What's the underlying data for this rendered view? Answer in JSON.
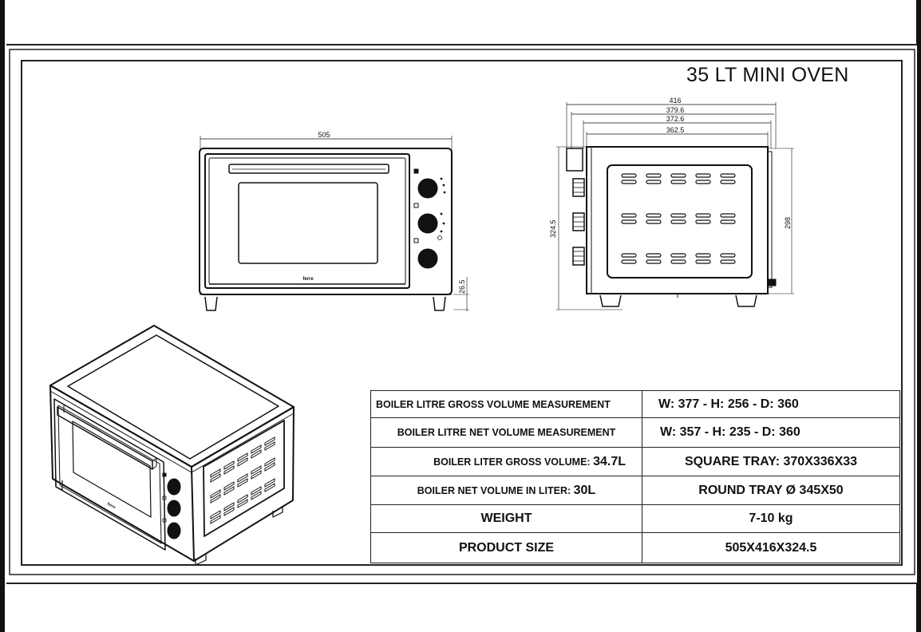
{
  "title": "35 LT MINI OVEN",
  "brand": "ferre",
  "front_view": {
    "width_dim": "505",
    "foot_dim": "26.5"
  },
  "side_view": {
    "depth_dims": [
      "416",
      "379.6",
      "372.6",
      "362.5"
    ],
    "height_dim": "324.5",
    "inner_height_dim": "298"
  },
  "specs": [
    {
      "label": "BOILER LITRE GROSS VOLUME MEASUREMENT",
      "label_value": "",
      "value": "W: 377 - H: 256 - D: 360"
    },
    {
      "label": "BOILER LITRE NET VOLUME MEASUREMENT",
      "label_value": "",
      "value": "W: 357 - H: 235 - D: 360"
    },
    {
      "label": "BOILER LITER GROSS VOLUME: ",
      "label_value": "34.7L",
      "value": "SQUARE  TRAY:  370X336X33"
    },
    {
      "label": "BOILER NET VOLUME IN LITER: ",
      "label_value": "30L",
      "value": "ROUND TRAY  Ø 345X50"
    },
    {
      "label": "WEIGHT",
      "label_value": "",
      "value": "7-10 kg"
    },
    {
      "label": "PRODUCT SIZE",
      "label_value": "",
      "value": "505X416X324.5"
    }
  ]
}
